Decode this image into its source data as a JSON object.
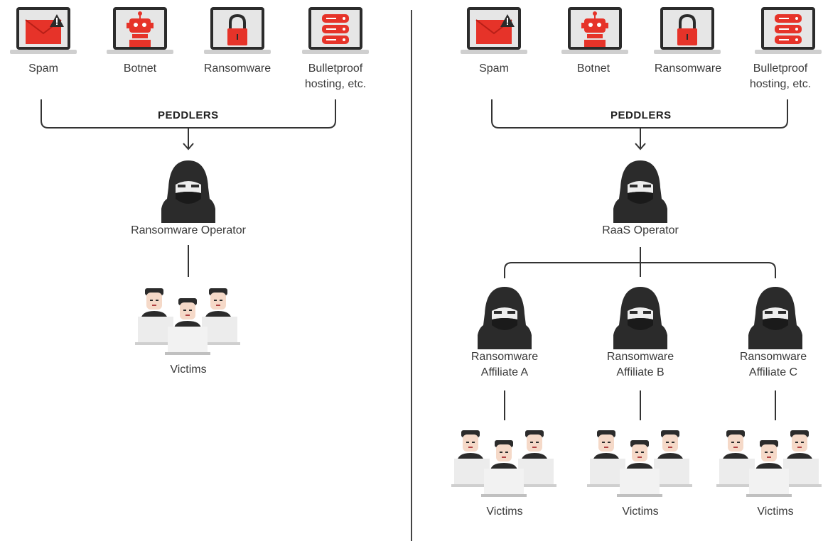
{
  "left": {
    "tools": [
      {
        "label": "Spam",
        "icon": "envelope-warning-icon"
      },
      {
        "label": "Botnet",
        "icon": "robot-icon"
      },
      {
        "label": "Ransomware",
        "icon": "padlock-icon"
      },
      {
        "label": "Bulletproof\nhosting, etc.",
        "icon": "server-stack-icon"
      }
    ],
    "peddlers_label": "PEDDLERS",
    "operator_label": "Ransomware Operator",
    "victims_label": "Victims"
  },
  "right": {
    "tools": [
      {
        "label": "Spam",
        "icon": "envelope-warning-icon"
      },
      {
        "label": "Botnet",
        "icon": "robot-icon"
      },
      {
        "label": "Ransomware",
        "icon": "padlock-icon"
      },
      {
        "label": "Bulletproof\nhosting, etc.",
        "icon": "server-stack-icon"
      }
    ],
    "peddlers_label": "PEDDLERS",
    "operator_label": "RaaS Operator",
    "affiliates": [
      {
        "label": "Ransomware\nAffiliate A",
        "victims_label": "Victims"
      },
      {
        "label": "Ransomware\nAffiliate B",
        "victims_label": "Victims"
      },
      {
        "label": "Ransomware\nAffiliate C",
        "victims_label": "Victims"
      }
    ]
  },
  "colors": {
    "accent_red": "#e63329",
    "dark": "#2b2b2b",
    "line": "#333333",
    "screen_gray": "#e6e6e6"
  }
}
